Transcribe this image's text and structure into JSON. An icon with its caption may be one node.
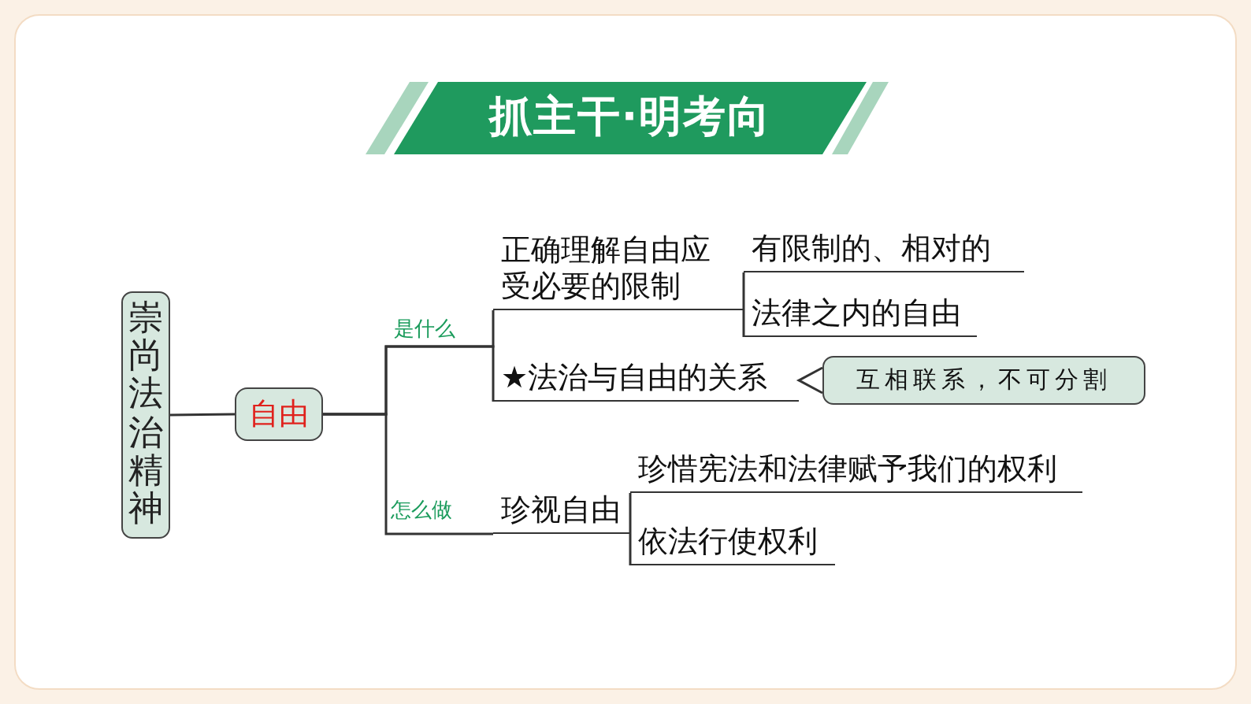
{
  "diagram": {
    "title": "抓主干·明考向",
    "nodes": [
      {
        "text": [
          "崇尚法治精神"
        ]
      },
      {
        "text": [
          "自由"
        ]
      },
      {
        "text": [
          "正确理解自由应受必要的限制"
        ]
      },
      {
        "text": [
          "★法治与自由的关系"
        ]
      },
      {
        "text": [
          "珍视自由"
        ]
      },
      {
        "text": [
          "有限制的、相对的"
        ]
      },
      {
        "text": [
          "法律之内的自由"
        ]
      },
      {
        "text": [
          "互相联系，不可分割"
        ]
      },
      {
        "text": [
          "珍惜宪法和法律赋予我们的权利"
        ]
      },
      {
        "text": [
          "依法行使权利"
        ]
      }
    ],
    "edges": [
      {
        "from": 0,
        "to": 1,
        "arrow": "none"
      },
      {
        "from": 1,
        "to": 2,
        "arrow": "none",
        "label": "是什么"
      },
      {
        "from": 1,
        "to": 3,
        "arrow": "none"
      },
      {
        "from": 1,
        "to": 4,
        "arrow": "none",
        "label": "怎么做"
      },
      {
        "from": 2,
        "to": 5,
        "arrow": "none"
      },
      {
        "from": 2,
        "to": 6,
        "arrow": "none"
      },
      {
        "from": 3,
        "to": 7,
        "arrow": "none"
      },
      {
        "from": 4,
        "to": 8,
        "arrow": "none"
      },
      {
        "from": 4,
        "to": 9,
        "arrow": "none"
      }
    ]
  }
}
